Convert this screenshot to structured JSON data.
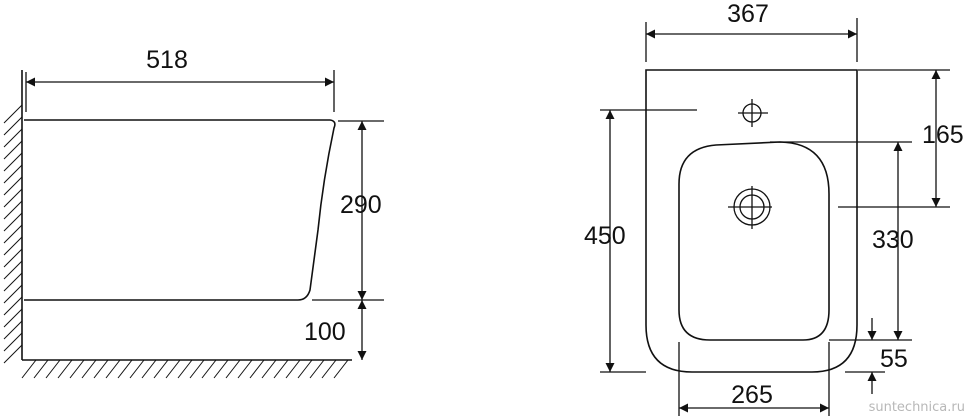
{
  "side_view": {
    "width_label": "518",
    "height_label": "290",
    "floor_clearance_label": "100"
  },
  "top_view": {
    "width_label": "367",
    "tap_hole_offset_label": "165",
    "total_length_label": "450",
    "drain_span_label": "330",
    "rear_offset_label": "55",
    "bowl_width_label": "265"
  },
  "watermark": "suntechnica.ru"
}
